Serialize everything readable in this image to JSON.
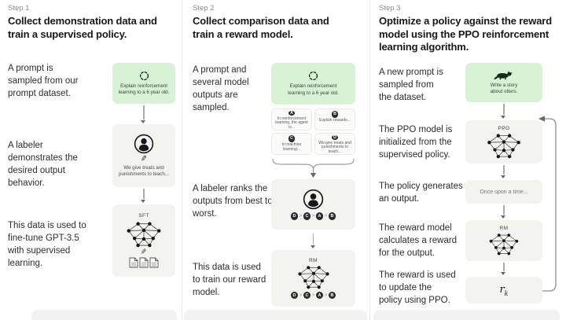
{
  "colors": {
    "green_box": "#d8f2d5",
    "gray_box": "#f3f3f0",
    "card_bg": "#fbfbf9",
    "accent_dark": "#292a2e",
    "arrow": "#ababae",
    "step_label": "#8b8b93"
  },
  "steps": [
    {
      "label": "Step 1",
      "title": "Collect demonstration data and train a supervised policy.",
      "captions": [
        "A prompt is sampled from our prompt dataset.",
        "A labeler demonstrates the desired output behavior.",
        "This data is used to fine-tune GPT-3.5 with supervised learning."
      ],
      "diagram": {
        "prompt_text": "Explain reinforcement learning to a 6 year old.",
        "labeler_text": "We give treats and punishments to teach...",
        "model_label": "SFT"
      }
    },
    {
      "label": "Step 2",
      "title": "Collect comparison data and train a reward model.",
      "captions": [
        "A prompt and several model outputs are sampled.",
        "A labeler ranks the outputs from best to worst.",
        "This data is used to train our reward model."
      ],
      "diagram": {
        "prompt_text": "Explain reinforcement learning to a 6 year old.",
        "outputs": [
          {
            "id": "A",
            "text": "In reinforcement learning, the agent is..."
          },
          {
            "id": "B",
            "text": "Explain rewards..."
          },
          {
            "id": "C",
            "text": "In machine learning..."
          },
          {
            "id": "D",
            "text": "We give treats and punishments to teach..."
          }
        ],
        "ranking": [
          "D",
          "C",
          "A",
          "B"
        ],
        "rank_separator": ">",
        "model_label": "RM"
      }
    },
    {
      "label": "Step 3",
      "title": "Optimize a policy against the reward model using the PPO reinforcement learning algorithm.",
      "captions": [
        "A new prompt is sampled from the dataset.",
        "The PPO model is initialized from the supervised policy.",
        "The policy generates an output.",
        "The reward model calculates a reward for the output.",
        "The reward is used to update the policy using PPO."
      ],
      "diagram": {
        "prompt_text": "Write a story about otters.",
        "policy_label": "PPO",
        "output_text": "Once upon a time...",
        "rm_label": "RM",
        "reward_base": "r",
        "reward_sub": "k"
      }
    }
  ]
}
